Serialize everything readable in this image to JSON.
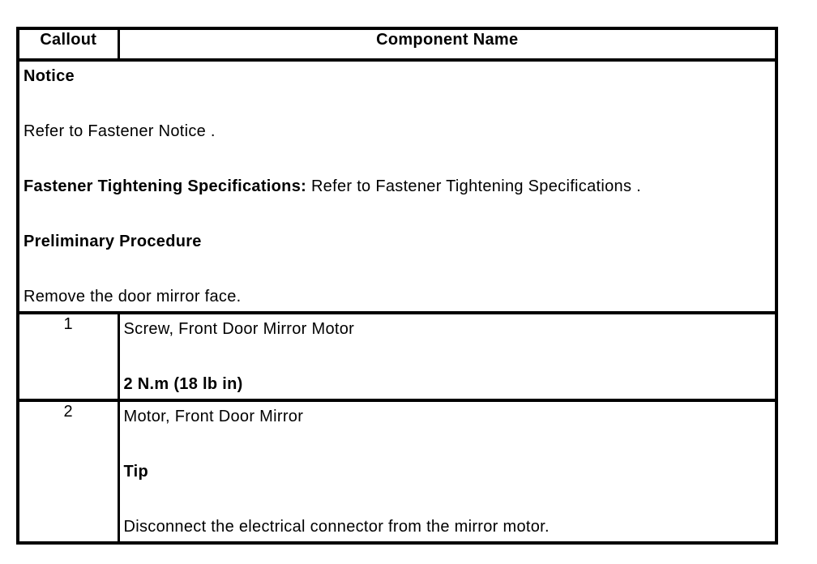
{
  "table": {
    "border_color": "#000000",
    "background_color": "#ffffff",
    "text_color": "#000000",
    "header": {
      "callout_label": "Callout",
      "component_label": "Component Name"
    },
    "notice": {
      "heading": "Notice",
      "fastener_notice": "Refer to Fastener Notice .",
      "spec_heading": "Fastener Tightening Specifications:",
      "spec_reference": "Refer to Fastener Tightening Specifications .",
      "preliminary_heading": "Preliminary Procedure",
      "preliminary_step": "Remove the door mirror face."
    },
    "rows": [
      {
        "callout": "1",
        "component": "Screw, Front Door Mirror Motor",
        "torque_spec": "2 N.m (18 lb in)"
      },
      {
        "callout": "2",
        "component": "Motor, Front Door Mirror",
        "tip_heading": "Tip",
        "tip_text": "Disconnect the electrical connector from the mirror motor."
      }
    ]
  }
}
